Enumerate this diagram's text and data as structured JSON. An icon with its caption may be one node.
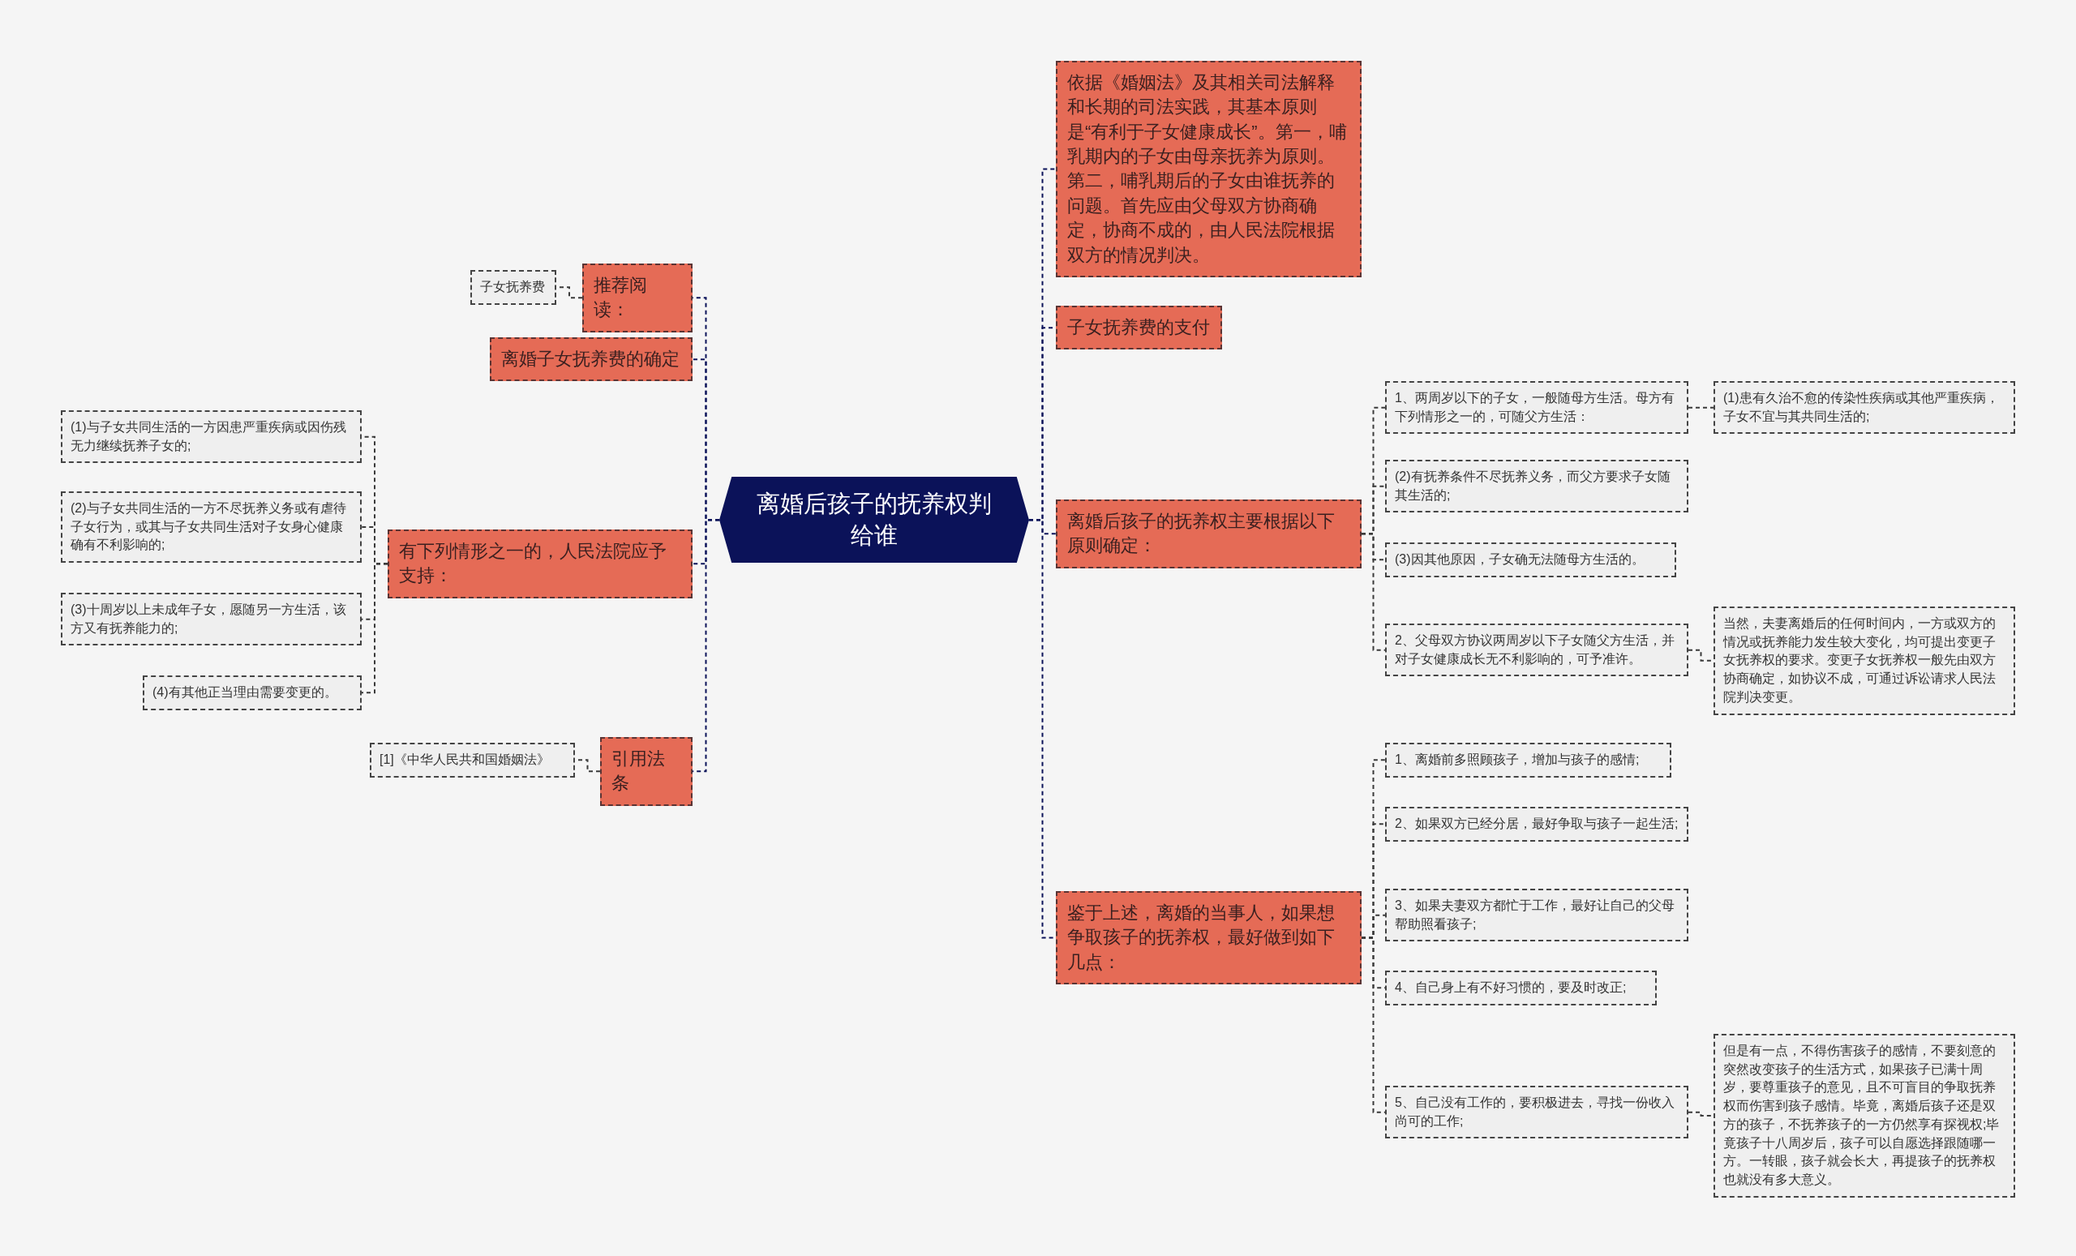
{
  "diagram": {
    "nodes": [
      {
        "text": [
          "离婚后孩子的抚养权判给谁"
        ]
      },
      {
        "text": [
          "推荐阅读："
        ]
      },
      {
        "text": [
          "子女抚养费"
        ]
      },
      {
        "text": [
          "离婚子女抚养费的确定"
        ]
      },
      {
        "text": [
          "有下列情形之一的，人民法院应予支持："
        ]
      },
      {
        "text": [
          "(1)与子女共同生活的一方因患严重疾病或因伤残无力继续抚养子女的;"
        ]
      },
      {
        "text": [
          "(2)与子女共同生活的一方不尽抚养义务或有虐待子女行为，或其与子女共同生活对子女身心健康确有不利影响的;"
        ]
      },
      {
        "text": [
          "(3)十周岁以上未成年子女，愿随另一方生活，该方又有抚养能力的;"
        ]
      },
      {
        "text": [
          "(4)有其他正当理由需要变更的。"
        ]
      },
      {
        "text": [
          "引用法条"
        ]
      },
      {
        "text": [
          "[1]《中华人民共和国婚姻法》"
        ]
      },
      {
        "text": [
          "依据《婚姻法》及其相关司法解释和长期的司法实践，其基本原则是“有利于子女健康成长”。第一，哺乳期内的子女由母亲抚养为原则。第二，哺乳期后的子女由谁抚养的问题。首先应由父母双方协商确定，协商不成的，由人民法院根据双方的情况判决。"
        ]
      },
      {
        "text": [
          "子女抚养费的支付"
        ]
      },
      {
        "text": [
          "离婚后孩子的抚养权主要根据以下原则确定："
        ]
      },
      {
        "text": [
          "1、两周岁以下的子女，一般随母方生活。母方有下列情形之一的，可随父方生活："
        ]
      },
      {
        "text": [
          "(1)患有久治不愈的传染性疾病或其他严重疾病，子女不宜与其共同生活的;"
        ]
      },
      {
        "text": [
          "(2)有抚养条件不尽抚养义务，而父方要求子女随其生活的;"
        ]
      },
      {
        "text": [
          "(3)因其他原因，子女确无法随母方生活的。"
        ]
      },
      {
        "text": [
          "2、父母双方协议两周岁以下子女随父方生活，并对子女健康成长无不利影响的，可予准许。"
        ]
      },
      {
        "text": [
          "当然，夫妻离婚后的任何时间内，一方或双方的情况或抚养能力发生较大变化，均可提出变更子女抚养权的要求。变更子女抚养权一般先由双方协商确定，如协议不成，可通过诉讼请求人民法院判决变更。"
        ]
      },
      {
        "text": [
          "鉴于上述，离婚的当事人，如果想争取孩子的抚养权，最好做到如下几点："
        ]
      },
      {
        "text": [
          "1、离婚前多照顾孩子，增加与孩子的感情;"
        ]
      },
      {
        "text": [
          "2、如果双方已经分居，最好争取与孩子一起生活;"
        ]
      },
      {
        "text": [
          "3、如果夫妻双方都忙于工作，最好让自己的父母帮助照看孩子;"
        ]
      },
      {
        "text": [
          "4、自己身上有不好习惯的，要及时改正;"
        ]
      },
      {
        "text": [
          "5、自己没有工作的，要积极进去，寻找一份收入尚可的工作;"
        ]
      },
      {
        "text": [
          "但是有一点，不得伤害孩子的感情，不要刻意的突然改变孩子的生活方式，如果孩子已满十周岁，要尊重孩子的意见，且不可盲目的争取抚养权而伤害到孩子感情。毕竟，离婚后孩子还是双方的孩子，不抚养孩子的一方仍然享有探视权;毕竟孩子十八周岁后，孩子可以自愿选择跟随哪一方。一转眼，孩子就会长大，再提孩子的抚养权也就没有多大意义。"
        ]
      }
    ],
    "edges": [
      {
        "from": 0,
        "to": 1,
        "arrow": "none",
        "color": "#0b1259"
      },
      {
        "from": 0,
        "to": 3,
        "arrow": "none",
        "color": "#0b1259"
      },
      {
        "from": 0,
        "to": 4,
        "arrow": "none",
        "color": "#0b1259"
      },
      {
        "from": 0,
        "to": 9,
        "arrow": "none",
        "color": "#0b1259"
      },
      {
        "from": 0,
        "to": 11,
        "arrow": "none",
        "color": "#0b1259"
      },
      {
        "from": 0,
        "to": 12,
        "arrow": "none",
        "color": "#0b1259"
      },
      {
        "from": 0,
        "to": 13,
        "arrow": "none",
        "color": "#0b1259"
      },
      {
        "from": 0,
        "to": 20,
        "arrow": "none",
        "color": "#0b1259"
      },
      {
        "from": 1,
        "to": 2,
        "arrow": "none"
      },
      {
        "from": 4,
        "to": 5,
        "arrow": "none"
      },
      {
        "from": 4,
        "to": 6,
        "arrow": "none"
      },
      {
        "from": 4,
        "to": 7,
        "arrow": "none"
      },
      {
        "from": 4,
        "to": 8,
        "arrow": "none"
      },
      {
        "from": 9,
        "to": 10,
        "arrow": "none"
      },
      {
        "from": 13,
        "to": 14,
        "arrow": "none"
      },
      {
        "from": 13,
        "to": 16,
        "arrow": "none"
      },
      {
        "from": 13,
        "to": 17,
        "arrow": "none"
      },
      {
        "from": 13,
        "to": 18,
        "arrow": "none"
      },
      {
        "from": 14,
        "to": 15,
        "arrow": "none"
      },
      {
        "from": 18,
        "to": 19,
        "arrow": "none"
      },
      {
        "from": 20,
        "to": 21,
        "arrow": "none"
      },
      {
        "from": 20,
        "to": 22,
        "arrow": "none"
      },
      {
        "from": 20,
        "to": 23,
        "arrow": "none"
      },
      {
        "from": 20,
        "to": 24,
        "arrow": "none"
      },
      {
        "from": 20,
        "to": 25,
        "arrow": "none"
      },
      {
        "from": 25,
        "to": 26,
        "arrow": "none"
      }
    ]
  }
}
